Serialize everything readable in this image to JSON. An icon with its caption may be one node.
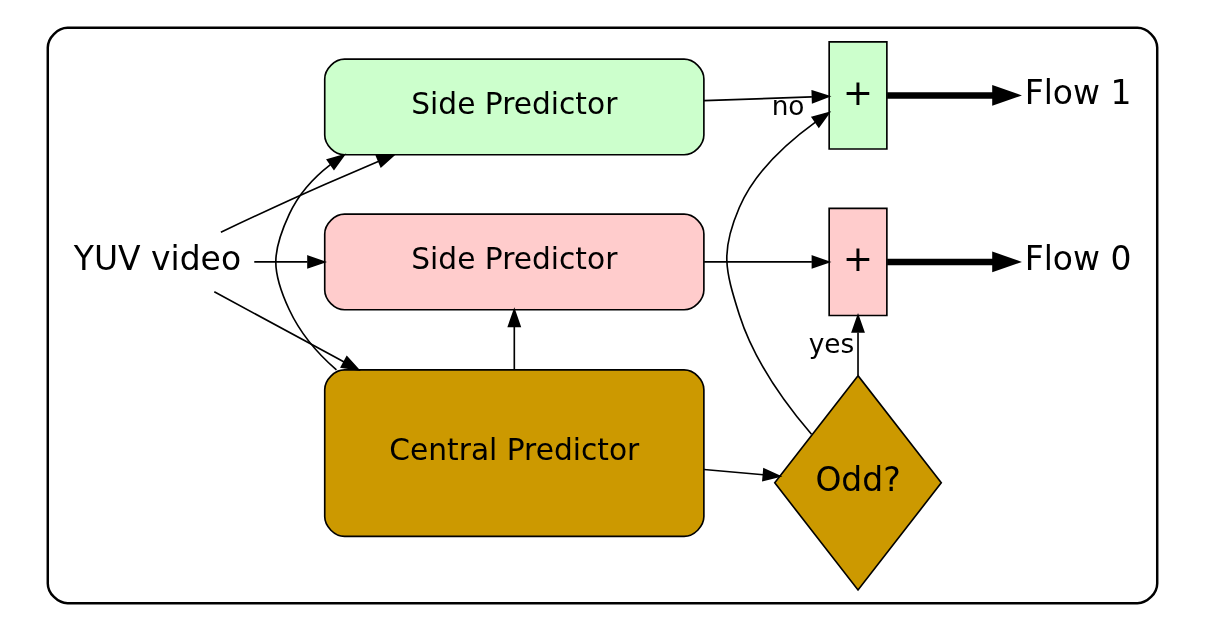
{
  "diagram": {
    "nodes": [
      {
        "text": [],
        "shape": "box"
      },
      {
        "text": [
          "YUV video"
        ],
        "in": 0
      },
      {
        "text": [
          "Side Predictor"
        ],
        "in": 0
      },
      {
        "text": [
          "+"
        ],
        "in": 0
      },
      {
        "text": [
          "Flow 0"
        ],
        "in": 0
      },
      {
        "text": [
          "Central Predictor"
        ],
        "in": 0
      },
      {
        "text": [
          "Odd?"
        ],
        "in": 0
      },
      {
        "text": [
          "Side Predictor"
        ],
        "in": 0
      },
      {
        "text": [
          "+"
        ],
        "in": 0
      },
      {
        "text": [
          "Flow 1"
        ],
        "in": 0
      }
    ],
    "edges": [
      {
        "from": 1,
        "to": 2,
        "arrow": "to"
      },
      {
        "from": 1,
        "to": 5,
        "arrow": "to"
      },
      {
        "from": 1,
        "to": 7,
        "arrow": "to"
      },
      {
        "from": 2,
        "to": 3,
        "arrow": "to"
      },
      {
        "from": 3,
        "to": 4,
        "arrow": "to",
        "style": "thick"
      },
      {
        "from": 5,
        "to": 2,
        "arrow": "to"
      },
      {
        "from": 5,
        "to": 6,
        "arrow": "to"
      },
      {
        "from": 5,
        "to": 7,
        "arrow": "to"
      },
      {
        "from": 6,
        "to": 3,
        "arrow": "to",
        "label": "yes"
      },
      {
        "from": 6,
        "to": 8,
        "arrow": "to",
        "label": "no"
      },
      {
        "from": 7,
        "to": 8,
        "arrow": "to"
      },
      {
        "from": 8,
        "to": 9,
        "arrow": "to",
        "style": "thick"
      }
    ]
  }
}
